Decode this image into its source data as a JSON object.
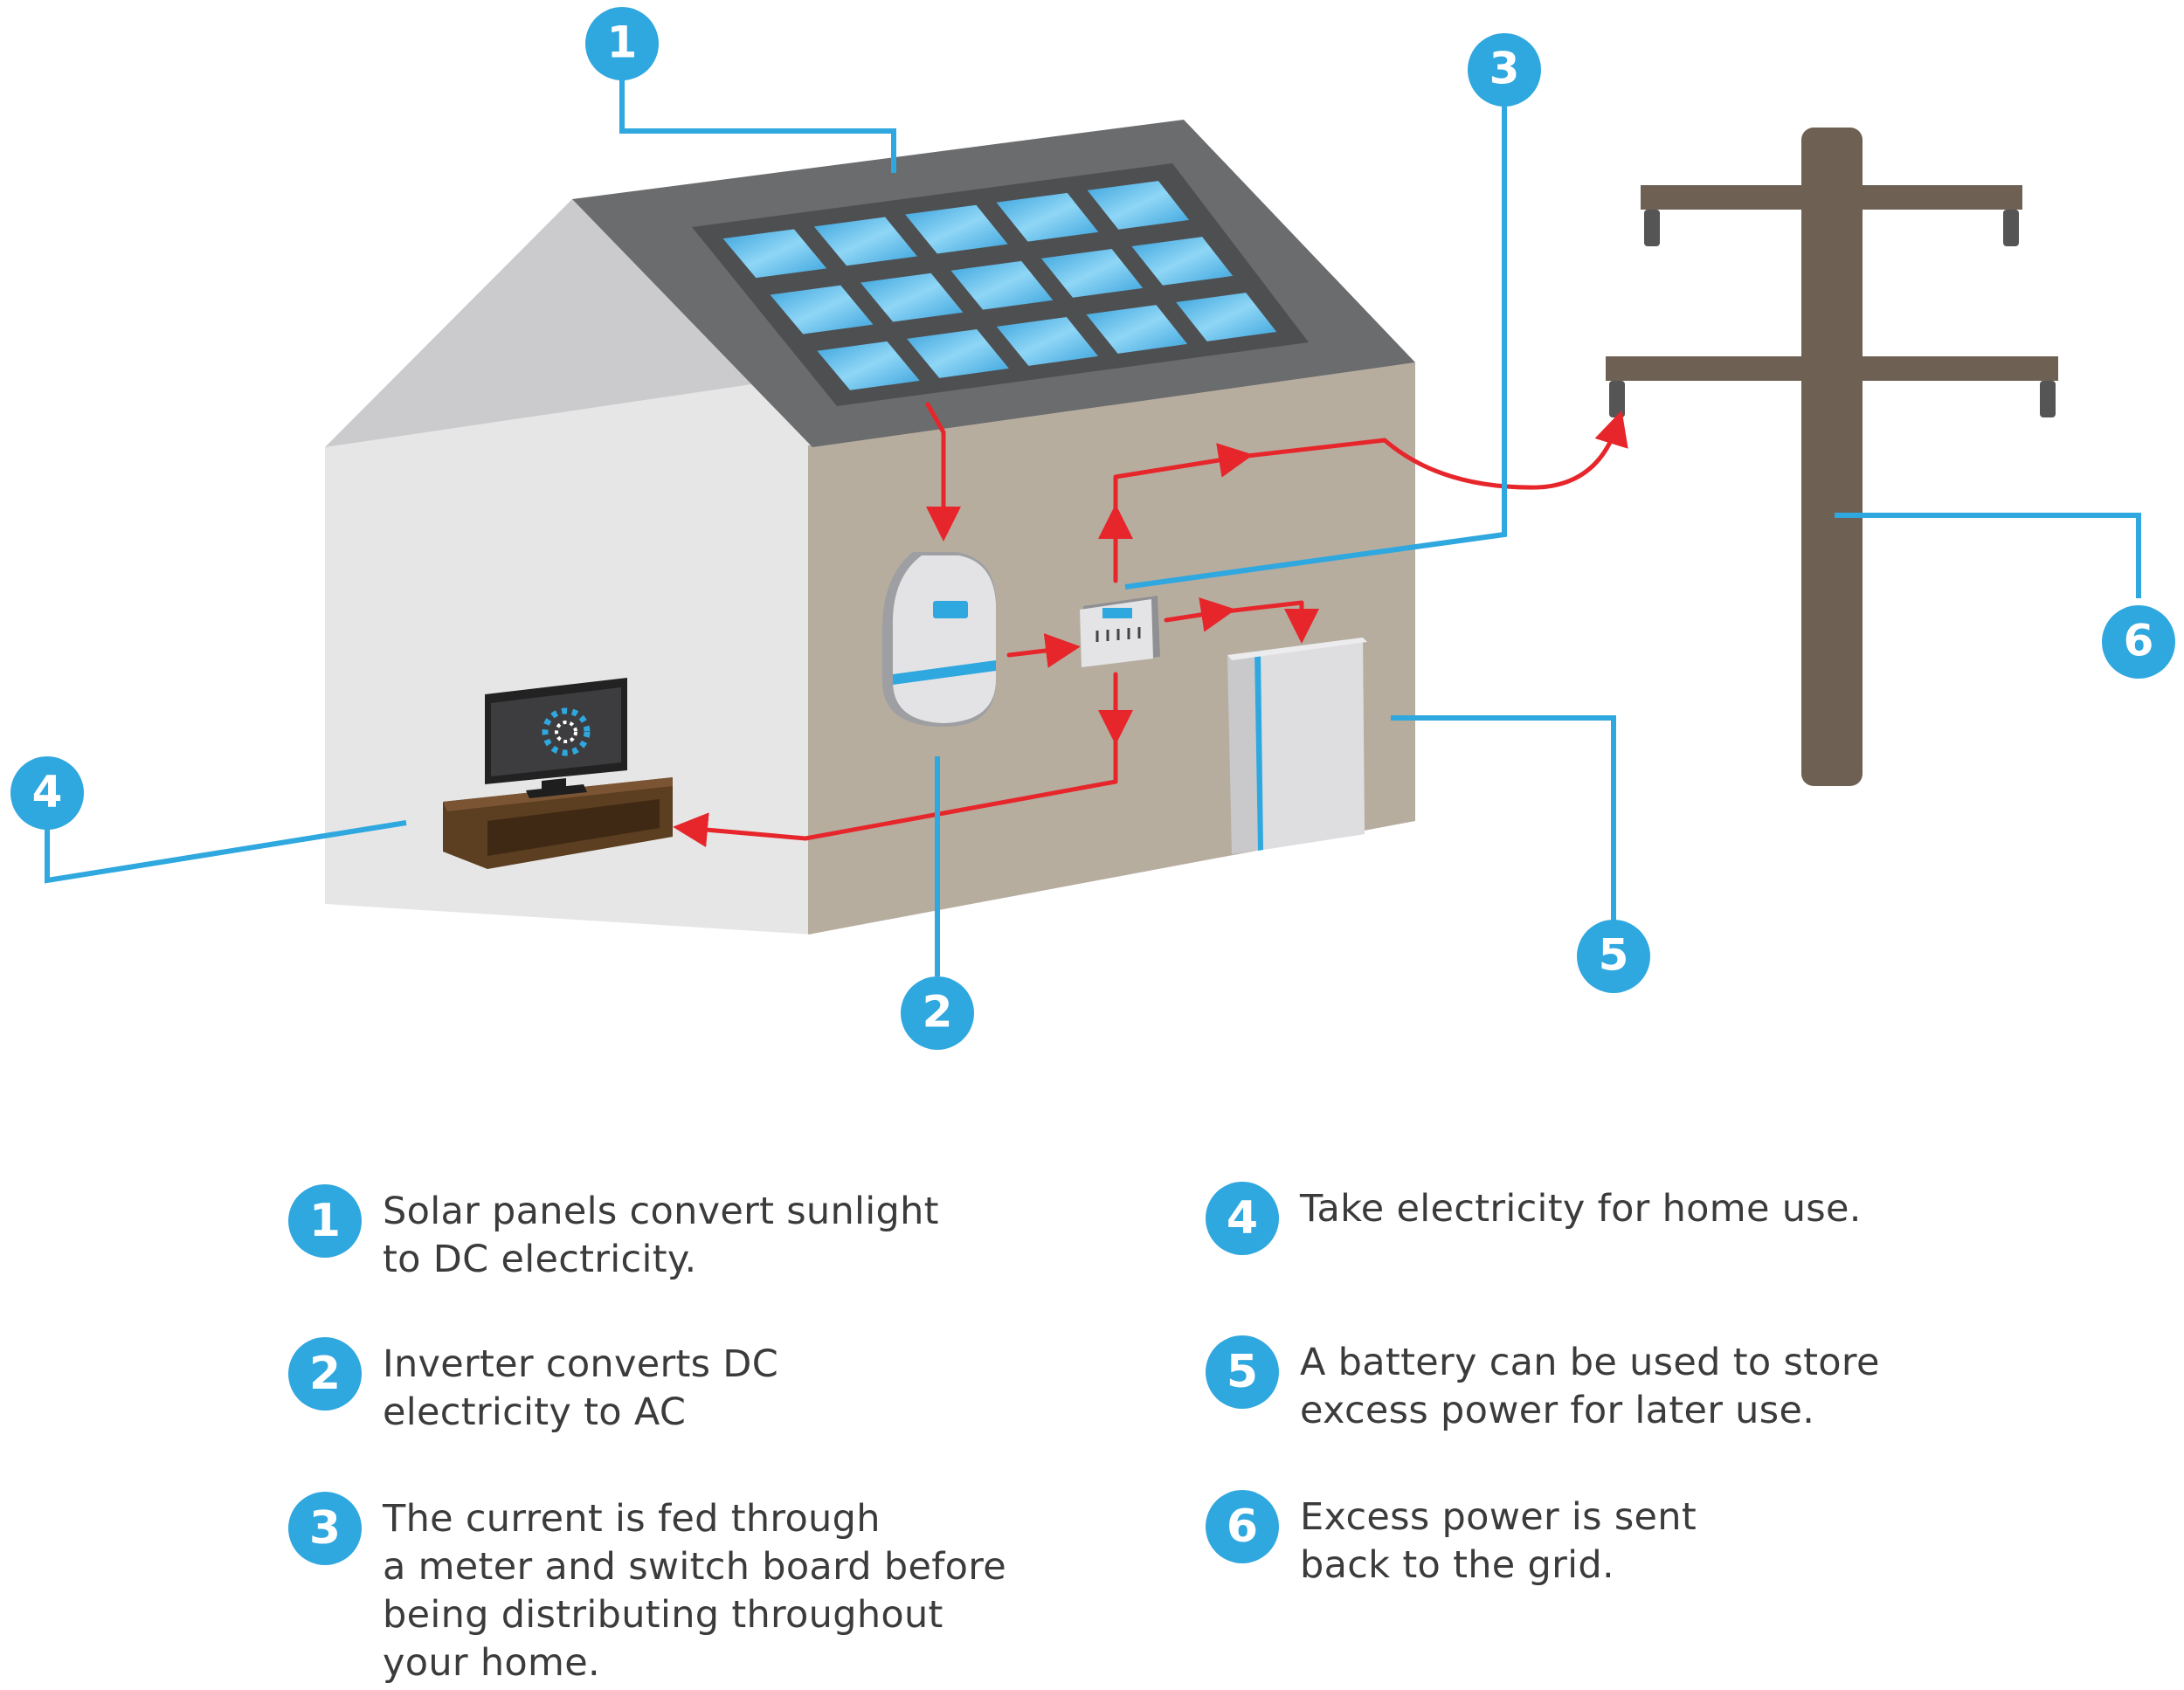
{
  "diagram": {
    "callouts": [
      {
        "id": "1",
        "label": "1"
      },
      {
        "id": "2",
        "label": "2"
      },
      {
        "id": "3",
        "label": "3"
      },
      {
        "id": "4",
        "label": "4"
      },
      {
        "id": "5",
        "label": "5"
      },
      {
        "id": "6",
        "label": "6"
      }
    ],
    "colors": {
      "callout_blue": "#2fa7df",
      "flow_red": "#e6262b",
      "roof_gray": "#6b6c6e",
      "wall_tan": "#b7ad9f",
      "wall_white": "#e6e6e7",
      "pole_brown": "#6e6153",
      "panel_blue": "#6cc3ee"
    }
  },
  "legend": [
    {
      "number": "1",
      "text": "Solar panels convert sunlight\nto DC electricity."
    },
    {
      "number": "2",
      "text": "Inverter converts DC\nelectricity to AC"
    },
    {
      "number": "3",
      "text": "The current is fed through\na meter and switch board before\nbeing distributing throughout\nyour home."
    },
    {
      "number": "4",
      "text": "Take electricity for home use."
    },
    {
      "number": "5",
      "text": "A battery can be used to store\nexcess power for later use."
    },
    {
      "number": "6",
      "text": "Excess power is sent\nback to the grid."
    }
  ]
}
